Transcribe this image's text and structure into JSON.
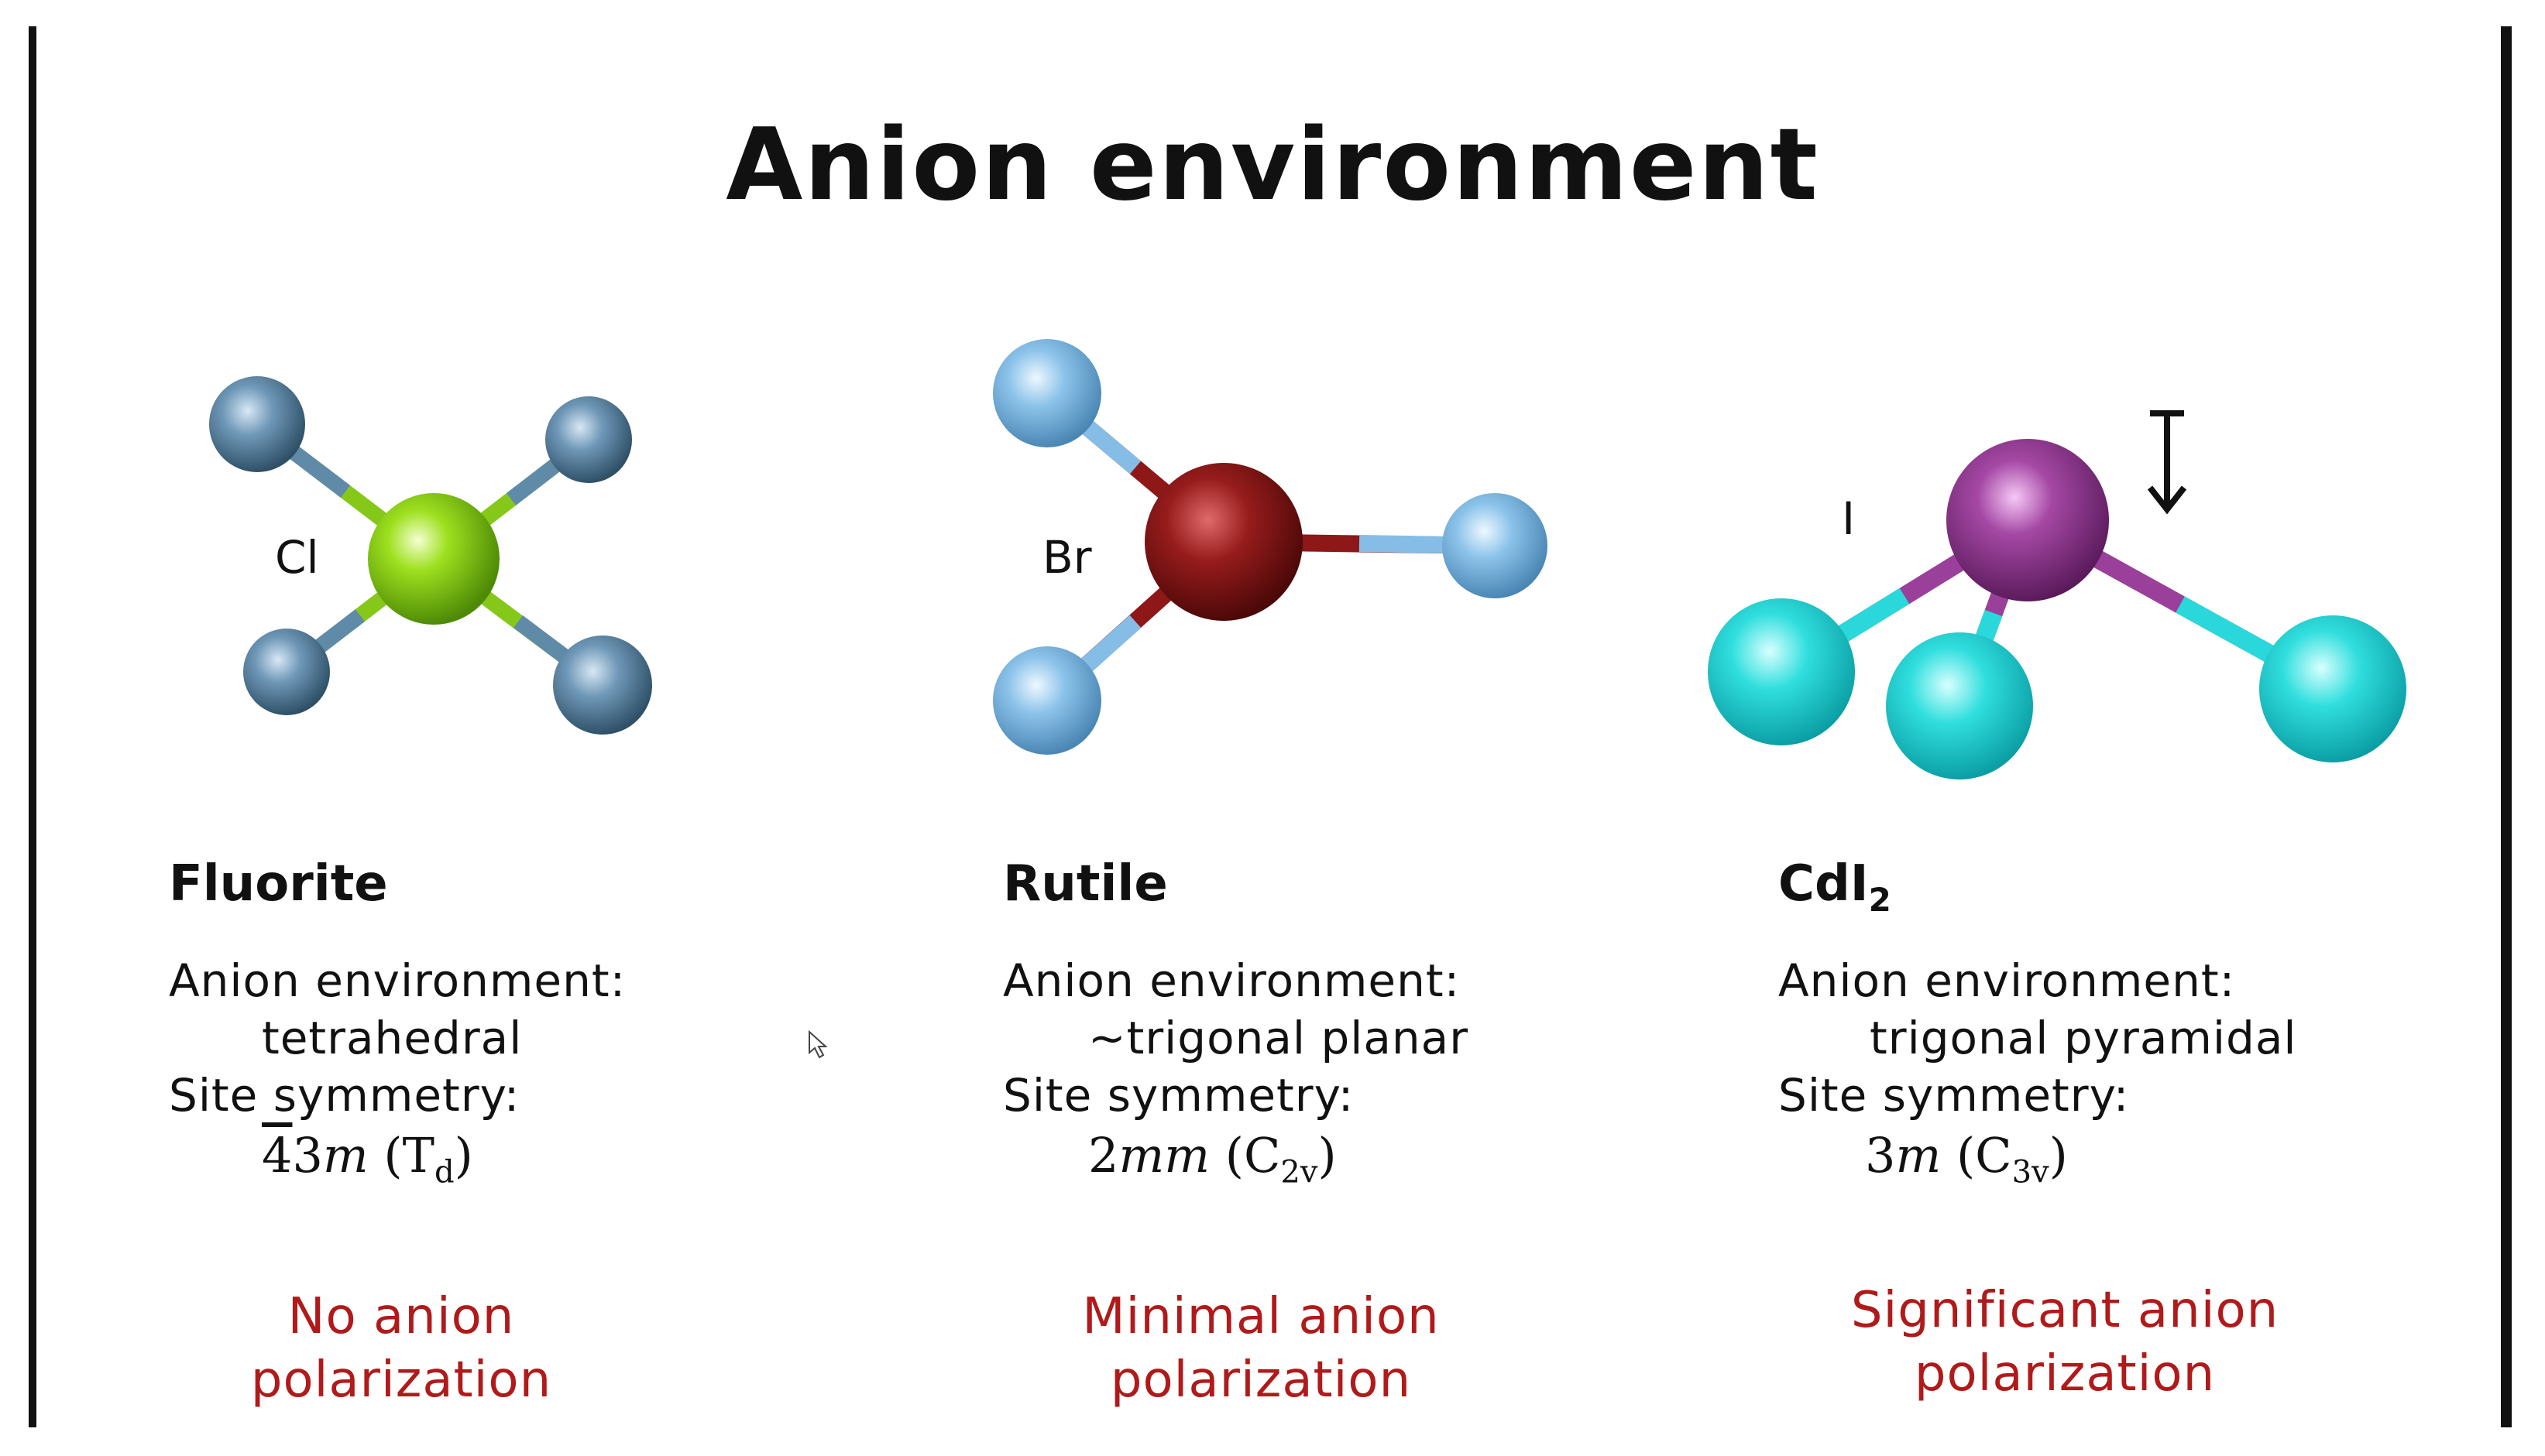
{
  "title": "Anion environment",
  "structures": [
    {
      "name": "Fluorite",
      "atom_label": "Cl",
      "env_label": "Anion environment:",
      "env_value": "tetrahedral",
      "site_label": "Site symmetry:",
      "hm_bar": "4",
      "hm_rest": "3",
      "hm_ital": "m",
      "schoen_main": "T",
      "schoen_sub": "d",
      "note_line1": "No anion",
      "note_line2": "polarization",
      "center_color": "#86c81a",
      "ligand_color": "#5f8aa8"
    },
    {
      "name": "Rutile",
      "atom_label": "Br",
      "env_label": "Anion environment:",
      "env_value": "~trigonal planar",
      "site_label": "Site symmetry:",
      "hm_num": "2",
      "hm_ital": "mm",
      "schoen_main": "C",
      "schoen_sub": "2v",
      "note_line1": "Minimal anion",
      "note_line2": "polarization",
      "center_color": "#8e1717",
      "ligand_color": "#86bde6"
    },
    {
      "name_main": "CdI",
      "name_sub": "2",
      "atom_label": "I",
      "env_label": "Anion environment:",
      "env_value": "trigonal pyramidal",
      "site_label": "Site symmetry:",
      "hm_num": "3",
      "hm_ital": "m",
      "schoen_main": "C",
      "schoen_sub": "3v",
      "note_line1": "Significant anion",
      "note_line2": "polarization",
      "center_color": "#9a3f9a",
      "ligand_color": "#2ad8dc"
    }
  ]
}
